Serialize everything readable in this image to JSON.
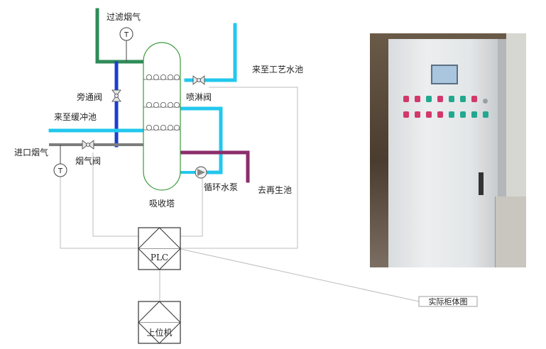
{
  "labels": {
    "filtered_flue_gas": "过滤烟气",
    "to_process_pool": "来至工艺水池",
    "bypass_valve": "旁通阀",
    "spray_valve": "喷淋阀",
    "to_buffer_pool": "来至缓冲池",
    "inlet_flue_gas": "进口烟气",
    "flue_valve": "烟气阀",
    "circulation_pump": "循环水泵",
    "to_regeneration_pool": "去再生池",
    "absorption_tower": "吸收塔",
    "plc": "PLC",
    "host_computer": "上位机",
    "cabinet_photo_caption": "实际柜体图",
    "temp_sensor_top": "T",
    "temp_sensor_left": "T"
  },
  "colors": {
    "green_pipe": "#2e8b57",
    "blue_pipe": "#1a3fcf",
    "cyan_pipe": "#22c7ee",
    "purple_pipe": "#8b2d6b",
    "gray_pipe": "#7d7d7d",
    "tower": "#3a9a3a",
    "signal_line": "#bdbdbd"
  },
  "icons": {
    "temp_sensor": "thermometer-gauge-icon",
    "valve": "butterfly-valve-icon",
    "pump": "centrifugal-pump-icon",
    "plc": "plc-block-icon",
    "host": "host-computer-icon",
    "cabinet_photo": "control-cabinet-photo"
  }
}
